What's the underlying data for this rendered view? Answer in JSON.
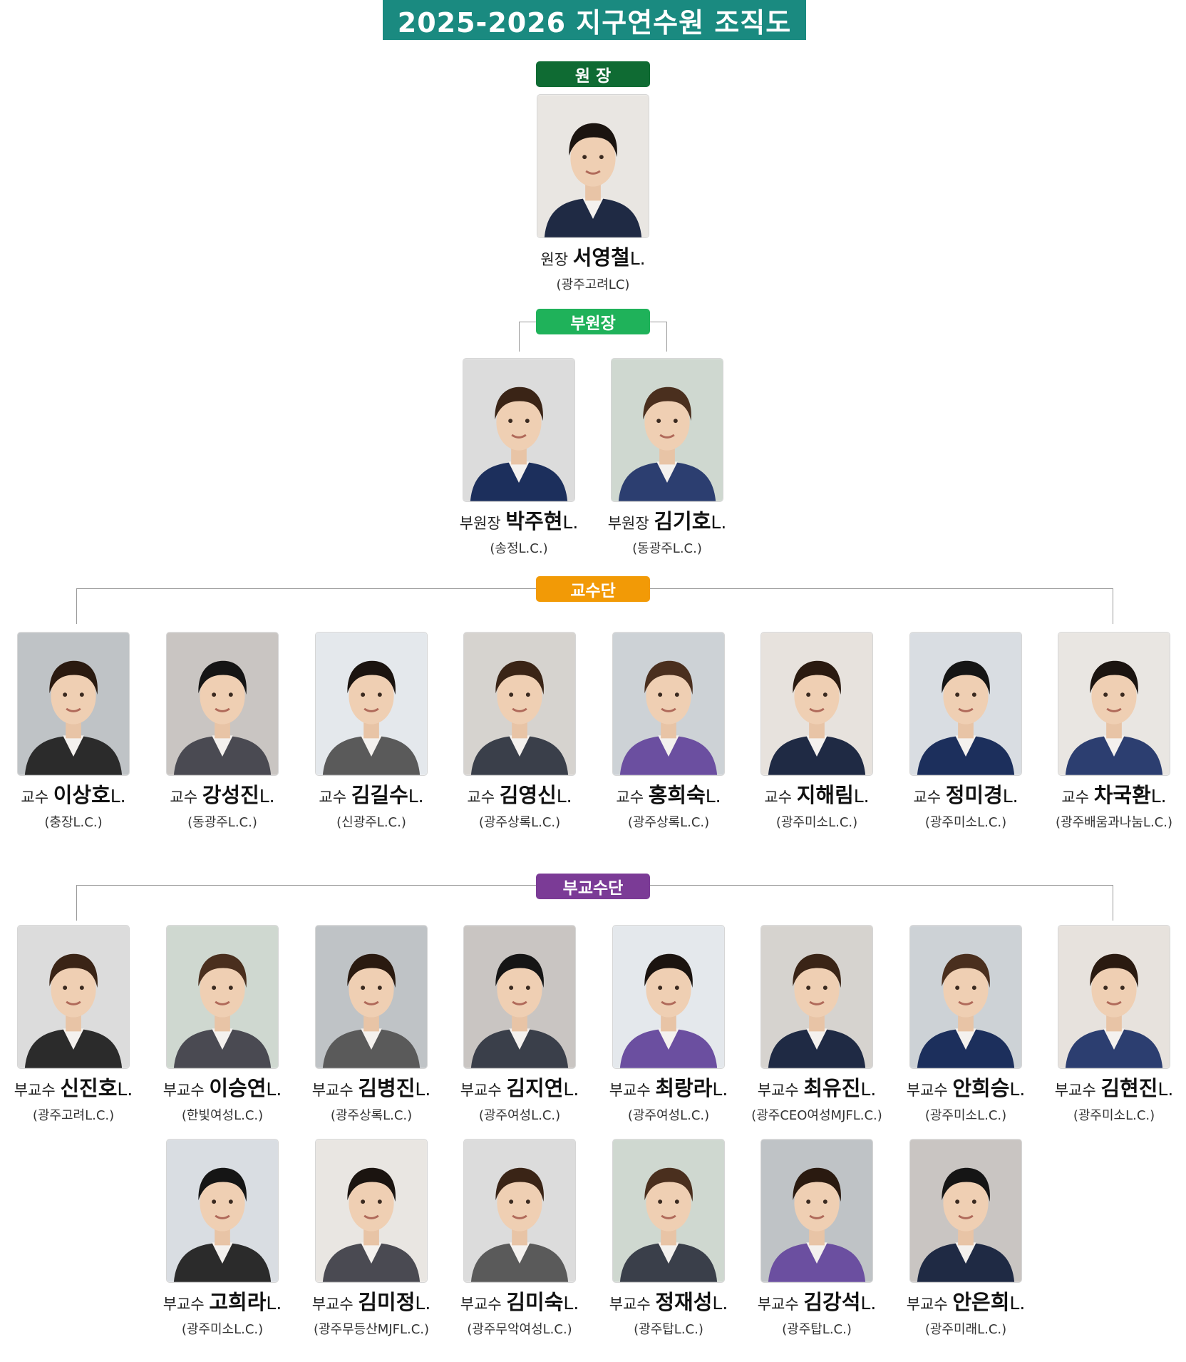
{
  "title": "2025-2026  지구연수원 조직도",
  "sections": {
    "director": {
      "label": "원 장",
      "color": "#0f6b33"
    },
    "vice": {
      "label": "부원장",
      "color": "#1fb25a"
    },
    "professors": {
      "label": "교수단",
      "color": "#f29a06"
    },
    "assistants": {
      "label": "부교수단",
      "color": "#7b3b96"
    }
  },
  "people": {
    "director": [
      {
        "role": "원장",
        "name": "서영철",
        "suffix": "L.",
        "club": "(광주고려LC)"
      }
    ],
    "vice": [
      {
        "role": "부원장",
        "name": "박주현",
        "suffix": "L.",
        "club": "(송정L.C.)"
      },
      {
        "role": "부원장",
        "name": "김기호",
        "suffix": "L.",
        "club": "(동광주L.C.)"
      }
    ],
    "professors": [
      {
        "role": "교수",
        "name": "이상호",
        "suffix": "L.",
        "club": "(충장L.C.)"
      },
      {
        "role": "교수",
        "name": "강성진",
        "suffix": "L.",
        "club": "(동광주L.C.)"
      },
      {
        "role": "교수",
        "name": "김길수",
        "suffix": "L.",
        "club": "(신광주L.C.)"
      },
      {
        "role": "교수",
        "name": "김영신",
        "suffix": "L.",
        "club": "(광주상록L.C.)"
      },
      {
        "role": "교수",
        "name": "홍희숙",
        "suffix": "L.",
        "club": "(광주상록L.C.)"
      },
      {
        "role": "교수",
        "name": "지해림",
        "suffix": "L.",
        "club": "(광주미소L.C.)"
      },
      {
        "role": "교수",
        "name": "정미경",
        "suffix": "L.",
        "club": "(광주미소L.C.)"
      },
      {
        "role": "교수",
        "name": "차국환",
        "suffix": "L.",
        "club": "(광주배움과나눔L.C.)"
      }
    ],
    "assistants": [
      {
        "role": "부교수",
        "name": "신진호",
        "suffix": "L.",
        "club": "(광주고려L.C.)"
      },
      {
        "role": "부교수",
        "name": "이승연",
        "suffix": "L.",
        "club": "(한빛여성L.C.)"
      },
      {
        "role": "부교수",
        "name": "김병진",
        "suffix": "L.",
        "club": "(광주상록L.C.)"
      },
      {
        "role": "부교수",
        "name": "김지연",
        "suffix": "L.",
        "club": "(광주여성L.C.)"
      },
      {
        "role": "부교수",
        "name": "최랑라",
        "suffix": "L.",
        "club": "(광주여성L.C.)"
      },
      {
        "role": "부교수",
        "name": "최유진",
        "suffix": "L.",
        "club": "(광주CEO여성MJFL.C.)"
      },
      {
        "role": "부교수",
        "name": "안희승",
        "suffix": "L.",
        "club": "(광주미소L.C.)"
      },
      {
        "role": "부교수",
        "name": "김현진",
        "suffix": "L.",
        "club": "(광주미소L.C.)"
      }
    ],
    "assistants2": [
      {
        "role": "부교수",
        "name": "고희라",
        "suffix": "L.",
        "club": "(광주미소L.C.)"
      },
      {
        "role": "부교수",
        "name": "김미정",
        "suffix": "L.",
        "club": "(광주무등산MJFL.C.)"
      },
      {
        "role": "부교수",
        "name": "김미숙",
        "suffix": "L.",
        "club": "(광주무악여성L.C.)"
      },
      {
        "role": "부교수",
        "name": "정재성",
        "suffix": "L.",
        "club": "(광주탑L.C.)"
      },
      {
        "role": "부교수",
        "name": "김강석",
        "suffix": "L.",
        "club": "(광주탑L.C.)"
      },
      {
        "role": "부교수",
        "name": "안은희",
        "suffix": "L.",
        "club": "(광주미래L.C.)"
      }
    ]
  }
}
